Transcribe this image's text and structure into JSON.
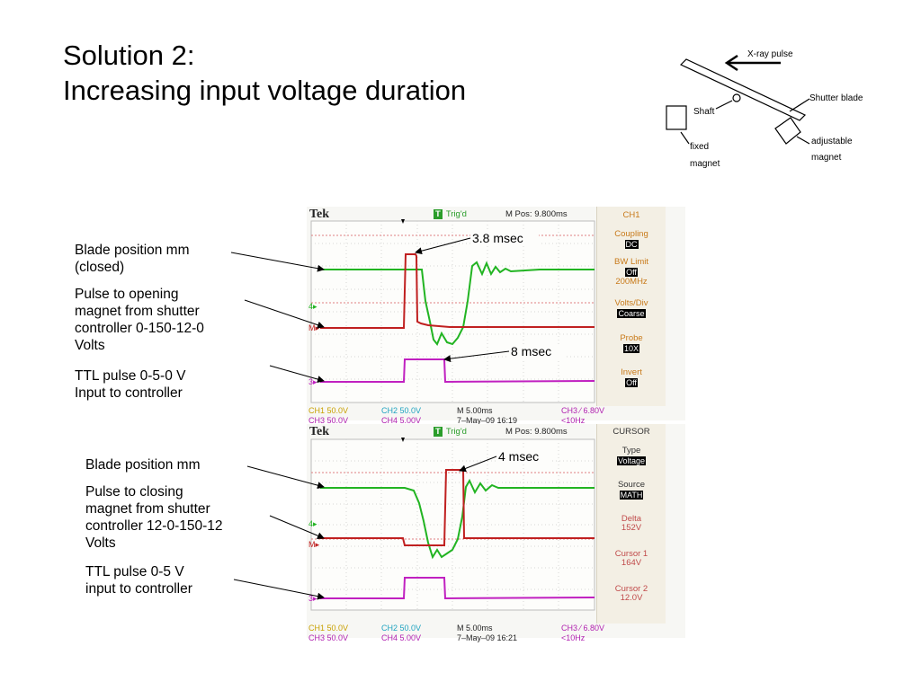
{
  "title": {
    "line1": "Solution 2:",
    "line2": "Increasing input voltage duration"
  },
  "schematic": {
    "xray_label": "X-ray pulse",
    "shutter_blade": "Shutter blade",
    "shaft": "Shaft",
    "fixed_magnet_1": "fixed",
    "fixed_magnet_2": "magnet",
    "adjustable_magnet_1": "adjustable",
    "adjustable_magnet_2": "magnet"
  },
  "top_labels": {
    "blade": [
      "Blade position mm",
      "(closed)"
    ],
    "pulse": [
      "Pulse to opening",
      "magnet from shutter",
      "controller 0-150-12-0",
      "Volts"
    ],
    "ttl": [
      "TTL pulse 0-5-0 V",
      "Input to controller"
    ]
  },
  "bottom_labels": {
    "blade": [
      "Blade position mm"
    ],
    "pulse": [
      "Pulse to closing",
      "magnet from shutter",
      "controller 12-0-150-12",
      "Volts"
    ],
    "ttl": [
      "TTL pulse 0-5 V",
      "input to controller"
    ]
  },
  "scope_top": {
    "brand": "Tek",
    "trig": "Trig'd",
    "trig_badge": "T",
    "mpos": "M Pos: 9.800ms",
    "annot1": "3.8 msec",
    "annot2": "8 msec",
    "panel": [
      {
        "name": "CH1",
        "value": ""
      },
      {
        "name": "Coupling",
        "value": "DC"
      },
      {
        "name": "BW Limit",
        "value": "Off",
        "extra": "200MHz"
      },
      {
        "name": "Volts/Div",
        "value": "Coarse"
      },
      {
        "name": "Probe",
        "value": "10X"
      },
      {
        "name": "Invert",
        "value": "Off"
      }
    ],
    "foot": {
      "ch1": "CH1  50.0V",
      "ch2": "CH2  50.0V",
      "m": "M 5.00ms",
      "trigset": "CH3 ⁄ 6.80V",
      "ch3": "CH3  50.0V",
      "ch4": "CH4  5.00V",
      "date": "7–May–09 16:19",
      "freq": "<10Hz"
    },
    "markers": {
      "m4": "4▸",
      "mm": "M▸",
      "m3": "3▸"
    }
  },
  "scope_bot": {
    "brand": "Tek",
    "trig": "Trig'd",
    "trig_badge": "T",
    "mpos": "M Pos: 9.800ms",
    "annot1": "4 msec",
    "panel": [
      {
        "name": "CURSOR",
        "value": ""
      },
      {
        "name": "Type",
        "value": "Voltage"
      },
      {
        "name": "Source",
        "value": "MATH"
      },
      {
        "name": "Delta",
        "extra": "152V"
      },
      {
        "name": "Cursor 1",
        "extra": "164V"
      },
      {
        "name": "Cursor 2",
        "extra": "12.0V"
      }
    ],
    "foot": {
      "ch1": "CH1  50.0V",
      "ch2": "CH2  50.0V",
      "m": "M 5.00ms",
      "trigset": "CH3 ⁄ 6.80V",
      "ch3": "CH3  50.0V",
      "ch4": "CH4  5.00V",
      "date": "7–May–09 16:21",
      "freq": "<10Hz"
    },
    "markers": {
      "m4": "4▸",
      "mm": "M▸",
      "m3": "3▸"
    }
  },
  "colors": {
    "green": "#22b422",
    "red": "#c02020",
    "magenta": "#c020c0",
    "grid": "#c9c9c9",
    "dashed": "#e08080"
  }
}
